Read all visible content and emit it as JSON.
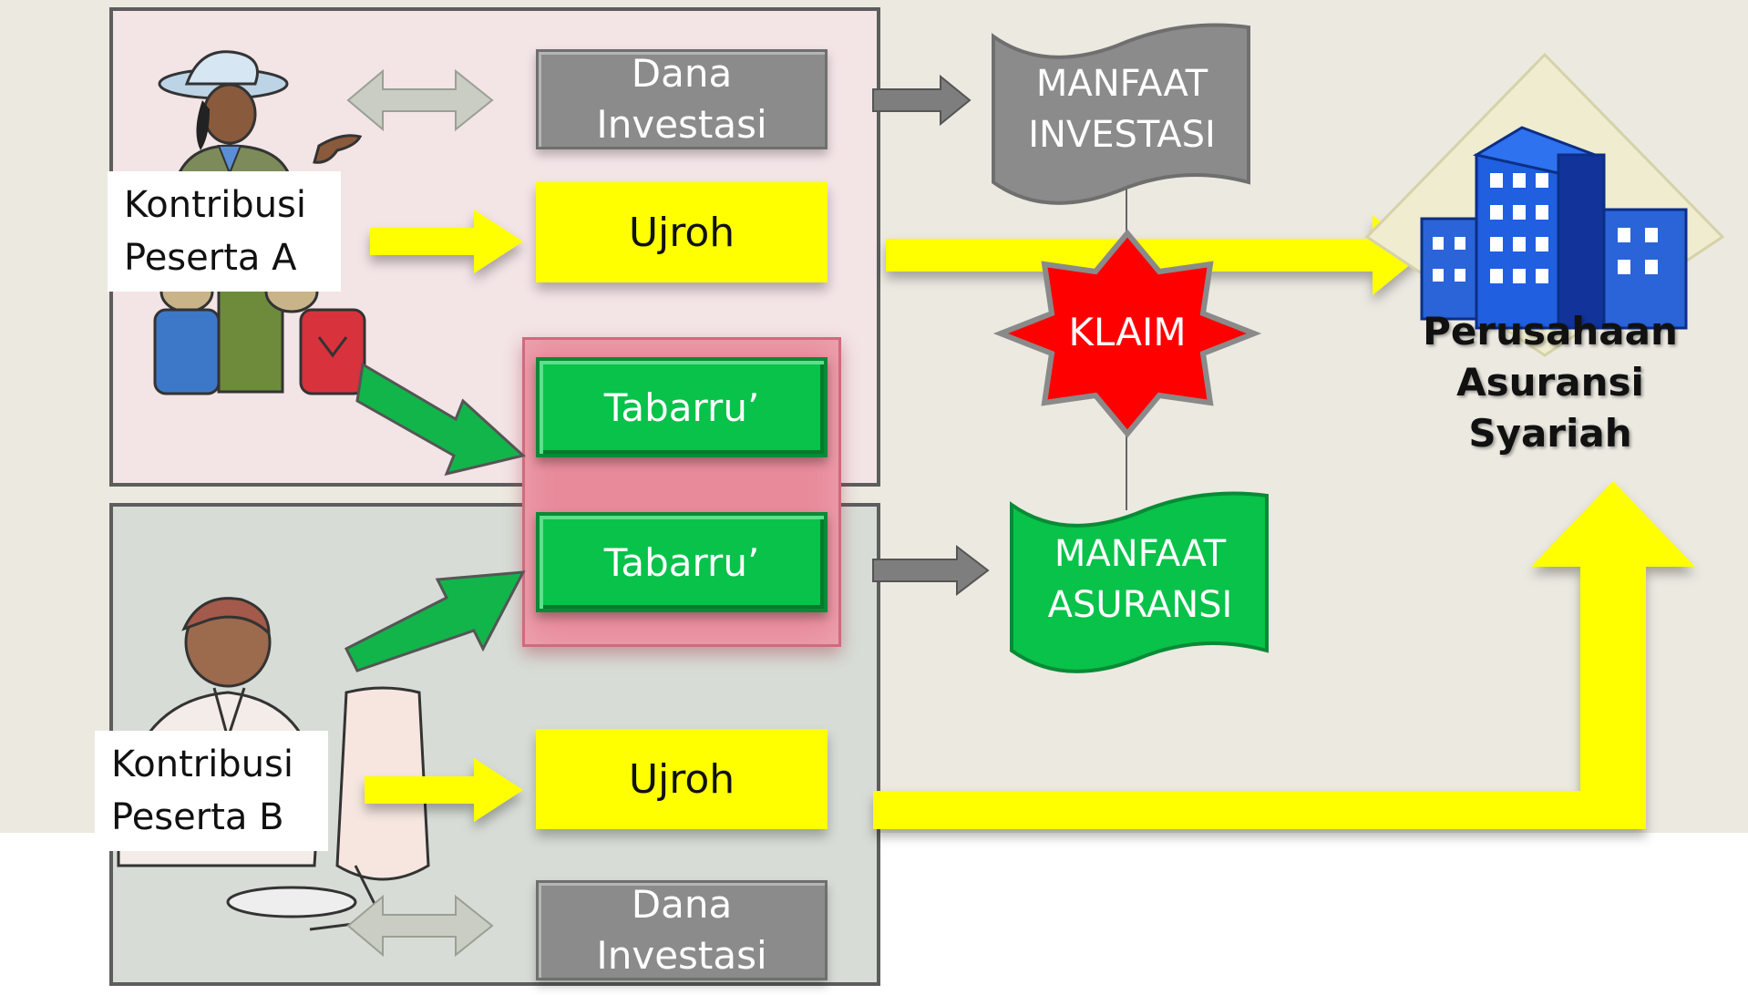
{
  "participant_a": {
    "label_line1": "Kontribusi",
    "label_line2": "Peserta A"
  },
  "participant_b": {
    "label_line1": "Kontribusi",
    "label_line2": "Peserta B"
  },
  "boxes": {
    "dana_a_line1": "Dana",
    "dana_a_line2": "Investasi",
    "ujroh_a": "Ujroh",
    "tabarru_a": "Tabarru’",
    "tabarru_b": "Tabarru’",
    "ujroh_b": "Ujroh",
    "dana_b_line1": "Dana",
    "dana_b_line2": "Investasi"
  },
  "manfaat_investasi": {
    "line1": "MANFAAT",
    "line2": "INVESTASI"
  },
  "manfaat_asuransi": {
    "line1": "MANFAAT",
    "line2": "ASURANSI"
  },
  "klaim": "KLAIM",
  "company": {
    "line1": "Perusahaan",
    "line2": "Asuransi Syariah"
  },
  "colors": {
    "yellow": "#ffff00",
    "green": "#08c24a",
    "gray": "#8b8b8b",
    "red": "#ff0000",
    "pink": "#e88a9a",
    "building_blue": "#1f5fe0"
  },
  "icons": [
    "participant-a-illustration",
    "participant-b-illustration",
    "building-icon",
    "klaim-star",
    "bidirectional-arrow",
    "right-arrow"
  ]
}
